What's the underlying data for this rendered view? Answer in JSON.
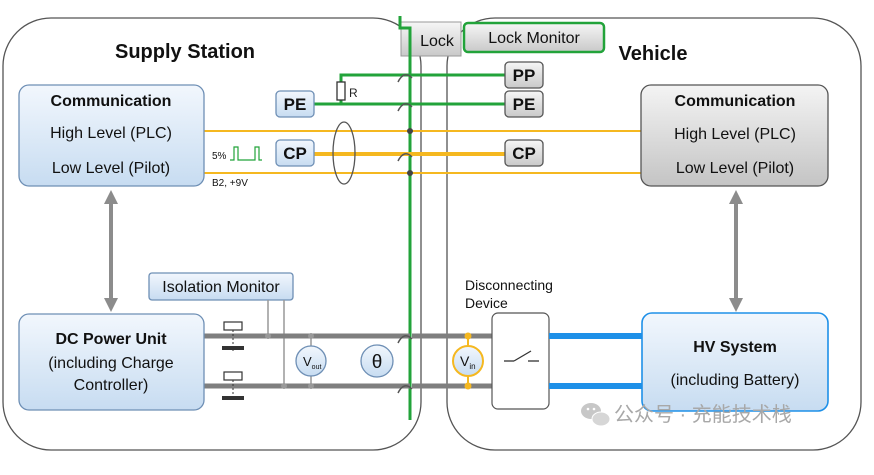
{
  "supply_station": {
    "title": "Supply Station",
    "communication": {
      "title": "Communication",
      "high_level": "High Level (PLC)",
      "low_level": "Low Level (Pilot)"
    },
    "pwm_label": "5%",
    "pilot_state": "B2, +9V",
    "isolation_monitor": "Isolation Monitor",
    "dc_power_unit": {
      "title": "DC Power Unit",
      "line2": "(including Charge",
      "line3": "Controller)"
    },
    "resistor_label": "R",
    "pe": "PE",
    "cp": "CP",
    "v_out": {
      "v": "V",
      "sub": "out"
    },
    "theta": "θ"
  },
  "lock": "Lock",
  "lock_monitor": "Lock Monitor",
  "vehicle": {
    "title": "Vehicle",
    "pp": "PP",
    "pe": "PE",
    "cp": "CP",
    "communication": {
      "title": "Communication",
      "high_level": "High Level (PLC)",
      "low_level": "Low Level (Pilot)"
    },
    "disconnecting_device": {
      "line1": "Disconnecting",
      "line2": "Device"
    },
    "v_in": {
      "v": "V",
      "sub": "in"
    },
    "hv_system": {
      "title": "HV System",
      "subtitle": "(including Battery)"
    }
  },
  "watermark": "公众号 · 充能技术栈",
  "colors": {
    "green_line": "#22a33a",
    "yellow_line": "#f5b820",
    "blue_line": "#1e90e8",
    "grey_line": "#7f7f7f",
    "box_blue_fill": "#dbe9f7",
    "box_blue_stroke": "#6e8fb5",
    "box_grey_fill": "#d9d9d9"
  }
}
